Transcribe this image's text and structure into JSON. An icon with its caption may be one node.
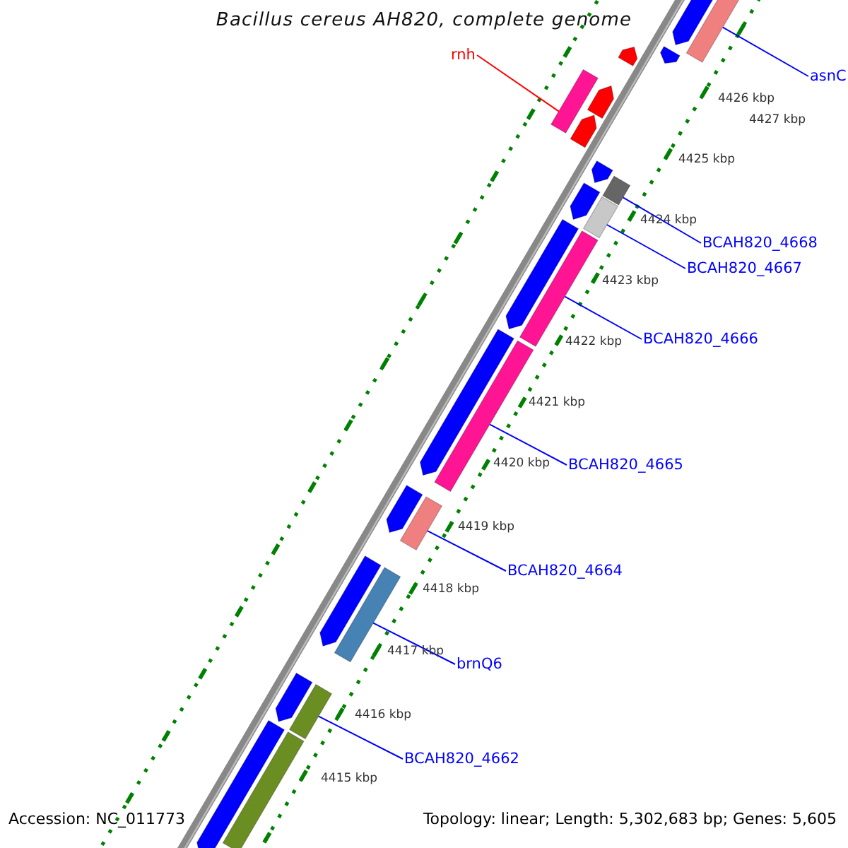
{
  "diagram": {
    "title": "Bacillus cereus AH820, complete genome",
    "nodes": [
      {
        "text": [
          "rnh"
        ]
      },
      {
        "text": [],
        "shape": "box"
      },
      {
        "text": [
          "asnC"
        ]
      },
      {
        "text": [],
        "shape": "box"
      },
      {
        "text": [
          "BCAH820_4668"
        ]
      },
      {
        "text": [],
        "shape": "box"
      },
      {
        "text": [
          "BCAH820_4667"
        ]
      },
      {
        "text": [],
        "shape": "box"
      },
      {
        "text": [
          "BCAH820_4666"
        ]
      },
      {
        "text": [],
        "shape": "box"
      },
      {
        "text": [
          "BCAH820_4665"
        ]
      },
      {
        "text": [],
        "shape": "box"
      },
      {
        "text": [
          "BCAH820_4664"
        ]
      },
      {
        "text": [],
        "shape": "box"
      },
      {
        "text": [
          "brnQ6"
        ]
      },
      {
        "text": [],
        "shape": "box"
      },
      {
        "text": [
          "BCAH820_4662"
        ]
      },
      {
        "text": [],
        "shape": "box"
      },
      {
        "text": [],
        "shape": "arrow"
      },
      {
        "text": [],
        "shape": "arrow"
      },
      {
        "text": [],
        "shape": "arrow"
      },
      {
        "text": [],
        "shape": "arrow"
      },
      {
        "text": [],
        "shape": "arrow"
      },
      {
        "text": [],
        "shape": "arrow"
      },
      {
        "text": [],
        "shape": "arrow"
      },
      {
        "text": [],
        "shape": "arrow"
      },
      {
        "text": [],
        "shape": "arrow"
      },
      {
        "text": [],
        "shape": "arrow"
      },
      {
        "text": [],
        "shape": "box"
      },
      {
        "text": [],
        "shape": "arrow"
      },
      {
        "text": [],
        "shape": "arrow"
      },
      {
        "text": [],
        "shape": "arrow"
      }
    ],
    "edges": [
      {
        "from": 0,
        "to": 1,
        "arrow": "none",
        "color": "#ff0000"
      },
      {
        "from": 2,
        "to": 3,
        "arrow": "none"
      },
      {
        "from": 4,
        "to": 5,
        "arrow": "none"
      },
      {
        "from": 6,
        "to": 7,
        "arrow": "none"
      },
      {
        "from": 8,
        "to": 9,
        "arrow": "none"
      },
      {
        "from": 10,
        "to": 11,
        "arrow": "none"
      },
      {
        "from": 12,
        "to": 13,
        "arrow": "none"
      },
      {
        "from": 14,
        "to": 15,
        "arrow": "none"
      },
      {
        "from": 16,
        "to": 17,
        "arrow": "none"
      }
    ],
    "labels": [
      "4427 kbp",
      "4426 kbp",
      "4425 kbp",
      "4424 kbp",
      "4423 kbp",
      "4422 kbp",
      "4421 kbp",
      "4420 kbp",
      "4419 kbp",
      "4418 kbp",
      "4417 kbp",
      "4416 kbp",
      "4415 kbp",
      "Accession: NC_011773",
      "Topology: linear; Length: 5,302,683 bp; Genes: 5,605"
    ]
  }
}
